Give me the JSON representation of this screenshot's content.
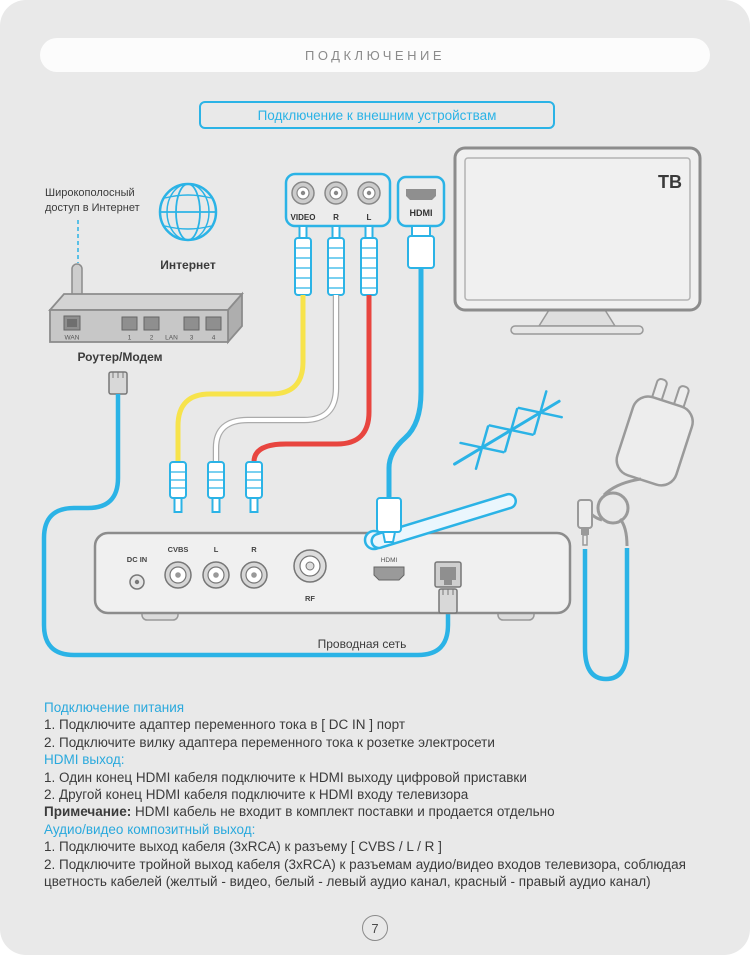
{
  "page": {
    "title": "ПОДКЛЮЧЕНИЕ",
    "section_title": "Подключение к внешним устройствам",
    "page_number": "7"
  },
  "diagram": {
    "broadband_line1": "Широкополосный",
    "broadband_line2": "доступ в Интернет",
    "internet_label": "Интернет",
    "router_label": "Роутер/Модем",
    "router_port_labels": [
      "WAN",
      "1",
      "2",
      "LAN",
      "3",
      "4"
    ],
    "rca_plate_labels": [
      "VIDEO",
      "R",
      "L"
    ],
    "hdmi_plate_label": "HDMI",
    "tv_label": "ТВ",
    "rear_panel": {
      "dc_in": "DC IN",
      "cvbs": "CVBS",
      "l": "L",
      "r": "R",
      "rf": "RF",
      "hdmi": "HDMI"
    },
    "wired_network_label": "Проводная сеть"
  },
  "instructions": {
    "power": {
      "heading": "Подключение питания",
      "item1": "1.  Подключите адаптер переменного тока в [ DC IN ] порт",
      "item2": "2. Подключите вилку адаптера переменного тока к розетке электросети"
    },
    "hdmi": {
      "heading": "HDMI выход:",
      "item1": "1.  Один конец HDMI кабеля подключите к HDMI выходу цифровой приставки",
      "item2": "2. Другой конец HDMI кабеля подключите к HDMI входу телевизора",
      "note_label": "Примечание:",
      "note_text": " HDMI кабель не входит в комплект поставки и продается отдельно"
    },
    "av": {
      "heading": "Аудио/видео композитный выход:",
      "item1": "1.  Подключите выход кабеля (3xRCA) к разъему [ CVBS / L / R ]",
      "item2": "2. Подключите тройной выход кабеля (3xRCA) к разъемам аудио/видео входов телевизора, соблюдая цветность кабелей (желтый - видео, белый - левый аудио канал, красный - правый аудио канал)"
    }
  },
  "colors": {
    "accent_blue": "#2bb3e6",
    "heading_blue": "#2aa9dd",
    "cable_yellow": "#f7e34b",
    "cable_red": "#e8453f",
    "cable_white": "#ffffff",
    "outline_gray": "#8c8c8c"
  }
}
